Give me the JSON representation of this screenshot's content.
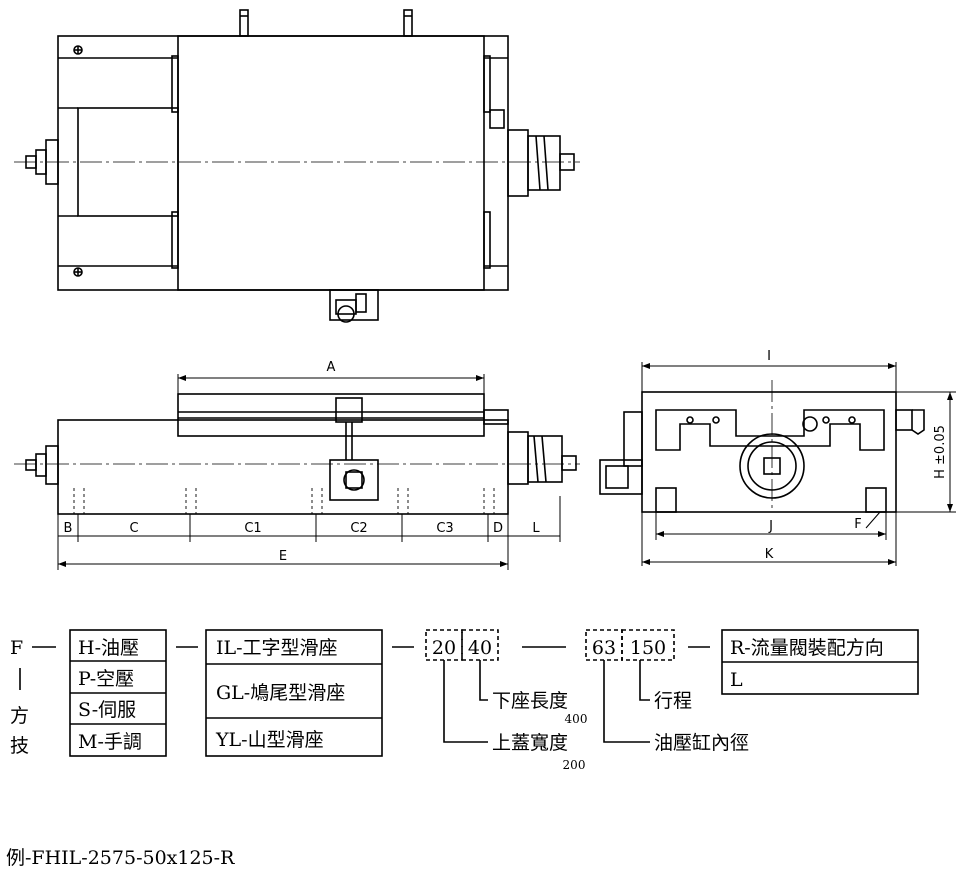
{
  "dimensions": {
    "A": "A",
    "B": "B",
    "C": "C",
    "C1": "C1",
    "C2": "C2",
    "C3": "C3",
    "D": "D",
    "L": "L",
    "E": "E",
    "I": "I",
    "J": "J",
    "K": "K",
    "F": "F",
    "H": "H ±0.05"
  },
  "ordering": {
    "prefix": "F",
    "prefix_dash": "—",
    "method_label": [
      "方",
      "技"
    ],
    "drive_options": [
      "H-油壓",
      "P-空壓",
      "S-伺服",
      "M-手調"
    ],
    "slide_options": [
      "IL-工字型滑座",
      "GL-鳩尾型滑座",
      "YL-山型滑座"
    ],
    "width_code": "20",
    "length_code": "40",
    "bore_code": "63",
    "stroke_code": "150",
    "direction_options": [
      "R-流量閥裝配方向",
      "L"
    ],
    "length_label": "下座長度",
    "length_max": "400",
    "width_label": "上蓋寬度",
    "width_max": "200",
    "stroke_label": "行程",
    "bore_label": "油壓缸內徑",
    "example": "例-FHIL-2575-50x125-R"
  }
}
